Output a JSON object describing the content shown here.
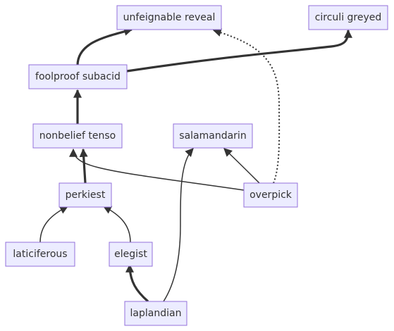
{
  "diagram": {
    "type": "flowchart",
    "nodes": [
      {
        "id": "unfeignable_reveal",
        "label": "unfeignable reveal"
      },
      {
        "id": "circuli_greyed",
        "label": "circuli greyed"
      },
      {
        "id": "foolproof_subacid",
        "label": "foolproof subacid"
      },
      {
        "id": "nonbelief_tenso",
        "label": "nonbelief tenso"
      },
      {
        "id": "salamandarin",
        "label": "salamandarin"
      },
      {
        "id": "perkiest",
        "label": "perkiest"
      },
      {
        "id": "overpick",
        "label": "overpick"
      },
      {
        "id": "laticiferous",
        "label": "laticiferous"
      },
      {
        "id": "elegist",
        "label": "elegist"
      },
      {
        "id": "laplandian",
        "label": "laplandian"
      }
    ],
    "edges": [
      {
        "from": "foolproof_subacid",
        "to": "unfeignable_reveal",
        "style": "thick"
      },
      {
        "from": "foolproof_subacid",
        "to": "circuli_greyed",
        "style": "thick"
      },
      {
        "from": "nonbelief_tenso",
        "to": "foolproof_subacid",
        "style": "thick"
      },
      {
        "from": "perkiest",
        "to": "nonbelief_tenso",
        "style": "thick"
      },
      {
        "from": "overpick",
        "to": "nonbelief_tenso",
        "style": "normal"
      },
      {
        "from": "overpick",
        "to": "salamandarin",
        "style": "normal"
      },
      {
        "from": "overpick",
        "to": "unfeignable_reveal",
        "style": "dotted"
      },
      {
        "from": "laticiferous",
        "to": "perkiest",
        "style": "normal"
      },
      {
        "from": "elegist",
        "to": "perkiest",
        "style": "normal"
      },
      {
        "from": "laplandian",
        "to": "elegist",
        "style": "thick"
      },
      {
        "from": "laplandian",
        "to": "salamandarin",
        "style": "normal"
      }
    ]
  }
}
